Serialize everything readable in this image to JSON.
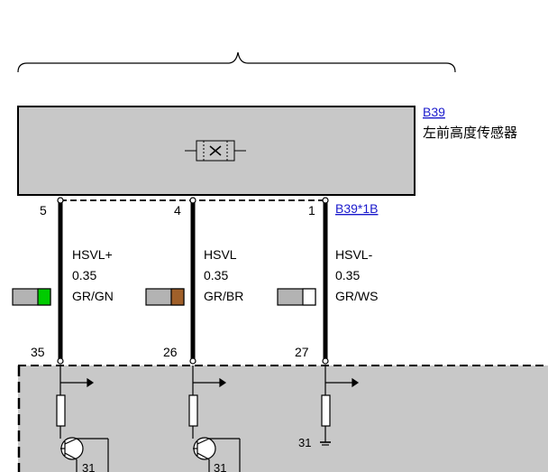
{
  "component": {
    "id": "B39",
    "name": "左前高度传感器",
    "connector_id": "B39*1B"
  },
  "wires": [
    {
      "signal": "HSVL+",
      "gauge": "0.35",
      "color_code": "GR/GN",
      "pin_top": "5",
      "pin_bottom": "35",
      "swatch": [
        "#b3b3b3",
        "#00cc00"
      ]
    },
    {
      "signal": "HSVL",
      "gauge": "0.35",
      "color_code": "GR/BR",
      "pin_top": "4",
      "pin_bottom": "26",
      "swatch": [
        "#b3b3b3",
        "#a0602a"
      ]
    },
    {
      "signal": "HSVL-",
      "gauge": "0.35",
      "color_code": "GR/WS",
      "pin_top": "1",
      "pin_bottom": "27",
      "swatch": [
        "#b3b3b3",
        "#ffffff"
      ]
    }
  ],
  "ground_labels": [
    "31",
    "31",
    "31"
  ],
  "colors": {
    "component_fill": "#c8c8c8",
    "module_fill": "#c8c8c8",
    "link": "#1a1acc"
  }
}
